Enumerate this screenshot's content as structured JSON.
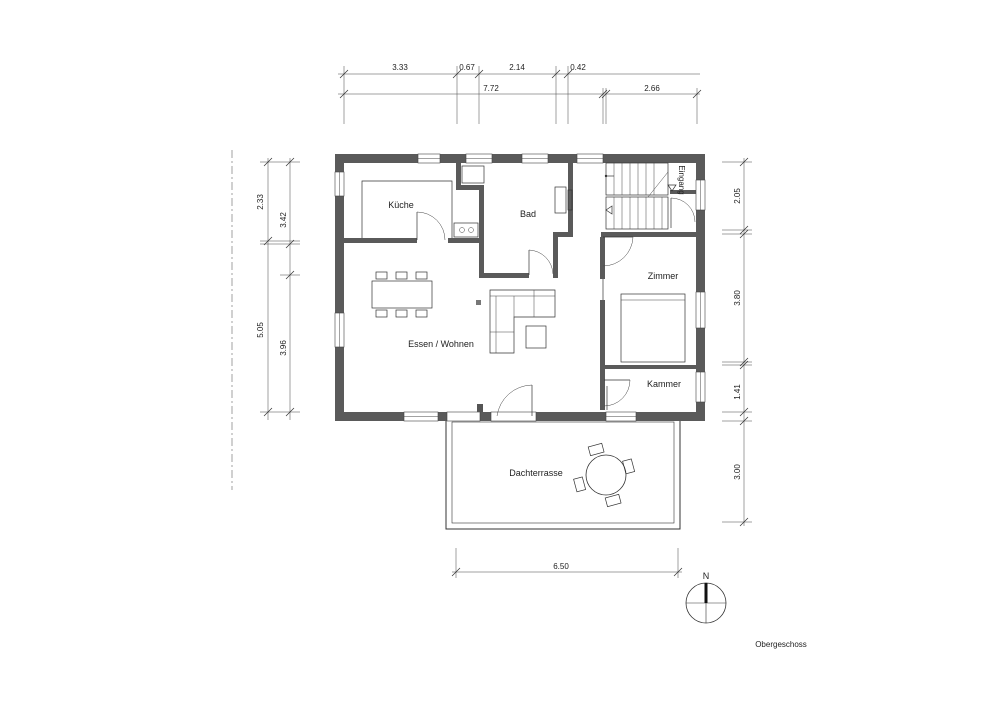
{
  "rooms": {
    "kueche": "Küche",
    "bad": "Bad",
    "zimmer": "Zimmer",
    "essen_wohnen": "Essen / Wohnen",
    "kammer": "Kammer",
    "dachterrasse": "Dachterrasse",
    "eingang": "Eingang"
  },
  "dimensions": {
    "top_row1": [
      "3.33",
      "0.67",
      "2.14",
      "0.42"
    ],
    "top_row2": [
      "7.72",
      "2.66"
    ],
    "left_outer": [
      "2.33",
      "5.05"
    ],
    "left_inner": [
      "3.42",
      "3.96"
    ],
    "right": [
      "2.05",
      "3.80",
      "1.41",
      "3.00"
    ],
    "bottom": "6.50"
  },
  "compass": "N",
  "caption": "Obergeschoss"
}
